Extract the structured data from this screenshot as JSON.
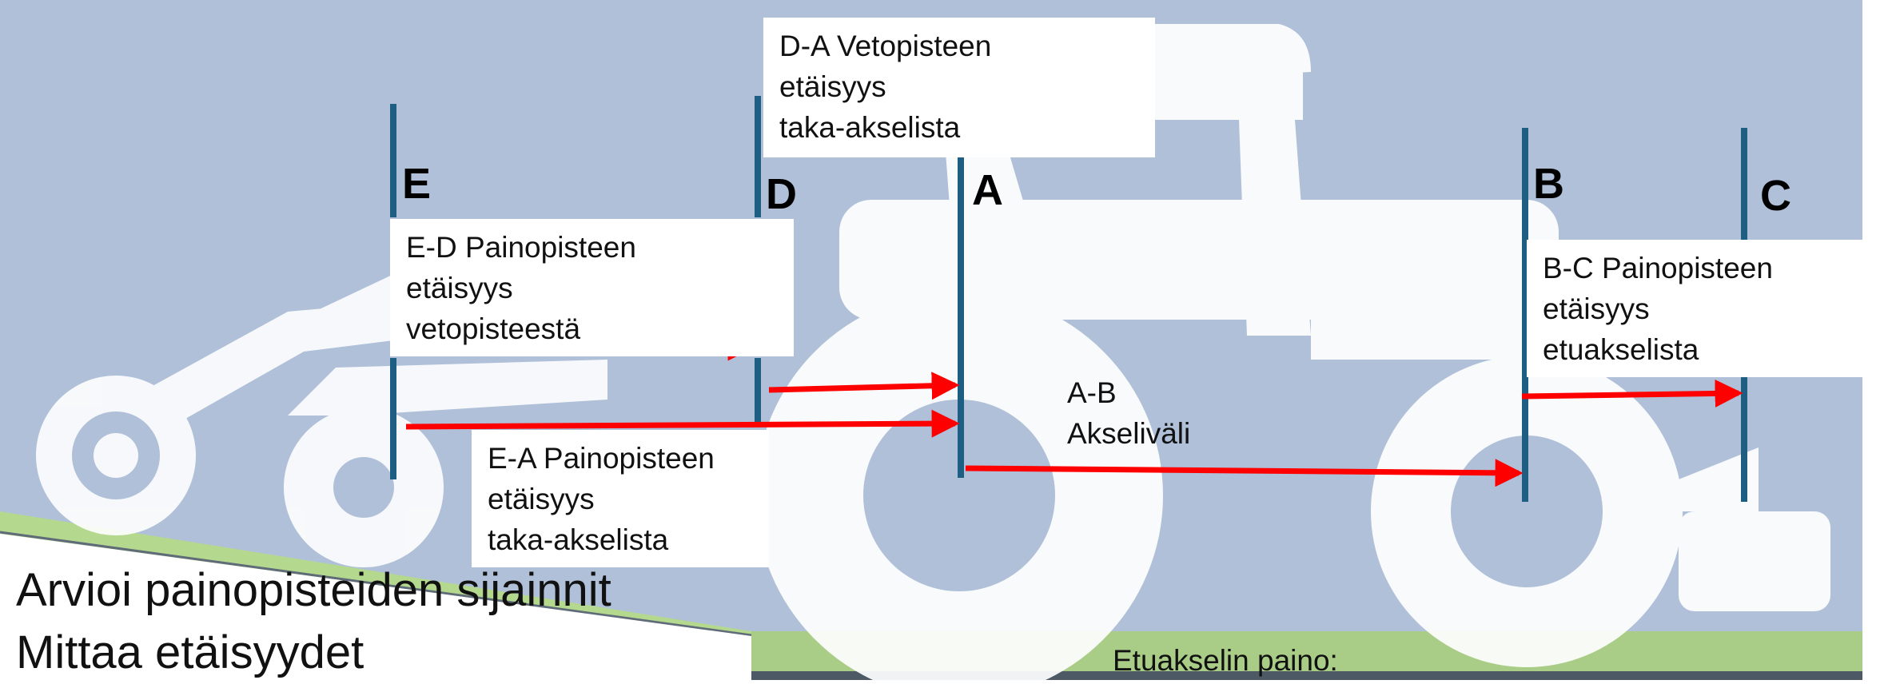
{
  "colors": {
    "background": "#afc0d8",
    "silhouette": "#ffffff",
    "marker": "#1f5e83",
    "arrow": "#ff0000",
    "grass": "#b5d88f"
  },
  "points": {
    "E": "E",
    "D": "D",
    "A": "A",
    "B": "B",
    "C": "C"
  },
  "labels": {
    "da": "D-A Vetopisteen\netäisyys\ntaka-akselista",
    "ed": "E-D Painopisteen\netäisyys\nvetopisteestä",
    "ea": "E-A Painopisteen\netäisyys\ntaka-akselista",
    "ab": "A-B\nAkseliväli",
    "bc": "B-C Painopisteen\netäisyys\netuakselista"
  },
  "caption": "Arvioi painopisteiden sijainnit\nMittaa etäisyydet",
  "footer": "Etuakselin paino:"
}
